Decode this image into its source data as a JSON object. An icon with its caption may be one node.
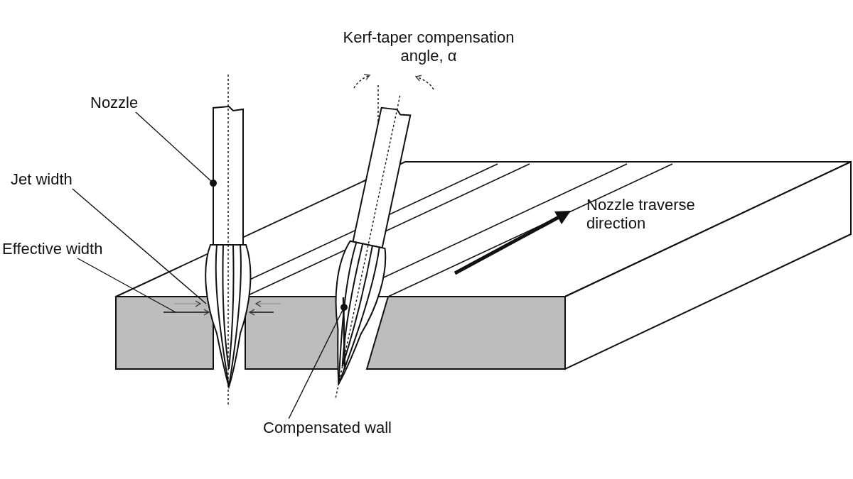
{
  "diagram": {
    "nodes": [
      {
        "text": [
          "Nozzle"
        ]
      },
      {
        "text": [],
        "shape": "cylinder"
      },
      {
        "text": [
          "Jet width"
        ]
      },
      {
        "text": [],
        "shape": "cone"
      },
      {
        "text": [
          "Effective width"
        ]
      },
      {
        "text": [
          "Compensated wall"
        ]
      },
      {
        "text": [],
        "shape": "line"
      }
    ],
    "edges": [
      {
        "from": 0,
        "to": 1,
        "arrow": "other"
      },
      {
        "from": 2,
        "to": 3,
        "arrow": "none"
      },
      {
        "from": 4,
        "to": null,
        "arrow": "none"
      },
      {
        "from": 5,
        "to": 6,
        "arrow": "other"
      }
    ],
    "labels": [
      "Kerf-taper compensation angle, α",
      "Nozzle traverse direction"
    ]
  }
}
